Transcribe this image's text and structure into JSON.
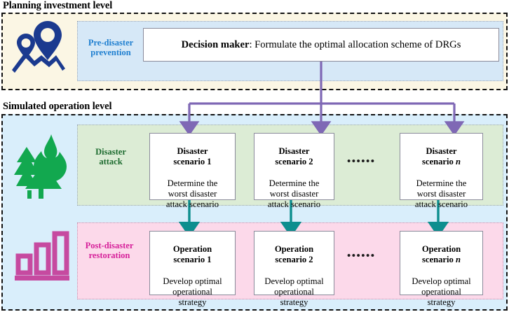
{
  "sections": {
    "planning": {
      "title": "Planning investment level"
    },
    "simulated": {
      "title": "Simulated operation level"
    }
  },
  "rows": {
    "predisaster": {
      "label": "Pre-disaster\nprevention",
      "label_color": "#1f7fd0",
      "region_color": "#d6e8f7",
      "panel_color": "#fbf6e4",
      "icon": "map-pins-icon",
      "box": {
        "strong": "Decision maker",
        "rest": ": Formulate the optimal allocation scheme of DRGs"
      }
    },
    "disaster": {
      "label": "Disaster\nattack",
      "label_color": "#1d6b2f",
      "region_color": "#dcecd5",
      "icon": "forest-fire-icon",
      "ellipsis": "••••••",
      "boxes": [
        {
          "head": "Disaster\nscenario 1",
          "body": "Determine the\nworst disaster\nattack scenario",
          "italic_tail": ""
        },
        {
          "head": "Disaster\nscenario 2",
          "body": "Determine the\nworst disaster\nattack scenario",
          "italic_tail": ""
        },
        {
          "head": "Disaster\nscenario ",
          "body": "Determine the\nworst disaster\nattack scenario",
          "italic_tail": "n"
        }
      ]
    },
    "postdisaster": {
      "label": "Post-disaster\nrestoration",
      "label_color": "#d6209a",
      "region_color": "#fcd9ea",
      "panel_color": "#d9eefb",
      "icon": "bar-chart-icon",
      "ellipsis": "••••••",
      "boxes": [
        {
          "head": "Operation\nscenario 1",
          "body": "Develop optimal\noperational\nstrategy",
          "italic_tail": ""
        },
        {
          "head": "Operation\nscenario 2",
          "body": "Develop optimal\noperational\nstrategy",
          "italic_tail": ""
        },
        {
          "head": "Operation\nscenario ",
          "body": "Develop optimal\noperational\nstrategy",
          "italic_tail": "n"
        }
      ]
    }
  },
  "connectors": {
    "branch_color": "#7f68b5",
    "down_color": "#0d8e8e"
  }
}
